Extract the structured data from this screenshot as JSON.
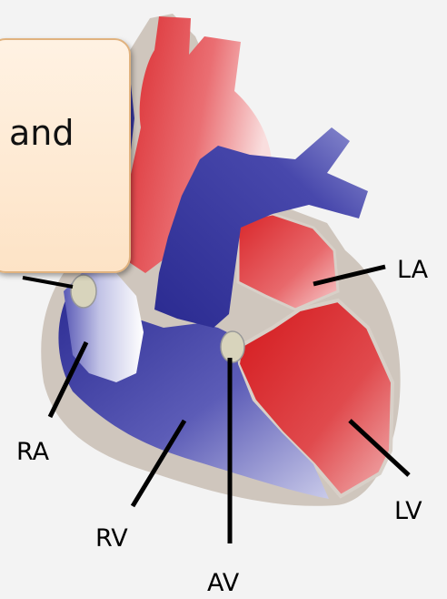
{
  "labels": {
    "ra": "RA",
    "rv": "RV",
    "av": "AV",
    "la": "LA",
    "lv": "LV"
  },
  "callout": {
    "text": "and"
  },
  "colors": {
    "oxygenated": "#d9262a",
    "deoxygenated": "#33339a",
    "outline": "#c7bfb6",
    "callout_fill": "#fde3c6",
    "callout_border": "#e0b27e"
  }
}
